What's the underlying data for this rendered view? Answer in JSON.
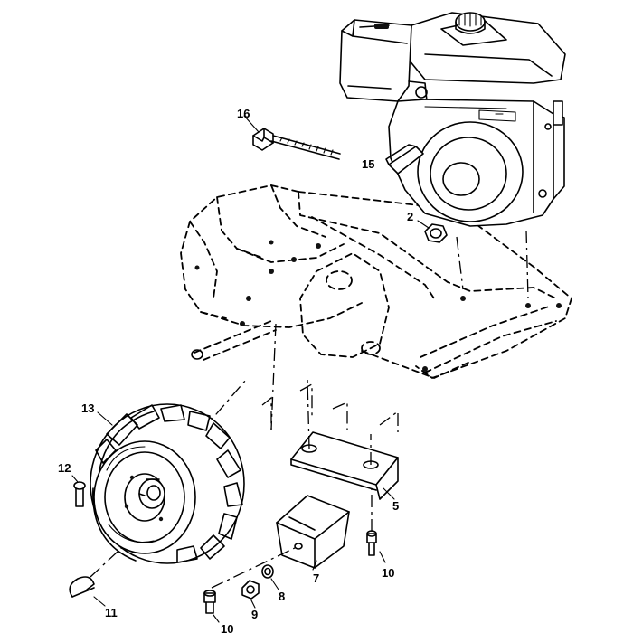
{
  "diagram": {
    "callouts": [
      {
        "id": "c16",
        "text": "16"
      },
      {
        "id": "c15",
        "text": "15"
      },
      {
        "id": "c2",
        "text": "2"
      },
      {
        "id": "c13",
        "text": "13"
      },
      {
        "id": "c12",
        "text": "12"
      },
      {
        "id": "c5",
        "text": "5"
      },
      {
        "id": "c7",
        "text": "7"
      },
      {
        "id": "c10a",
        "text": "10"
      },
      {
        "id": "c8",
        "text": "8"
      },
      {
        "id": "c9",
        "text": "9"
      },
      {
        "id": "c10b",
        "text": "10"
      },
      {
        "id": "c11",
        "text": "11"
      }
    ]
  }
}
